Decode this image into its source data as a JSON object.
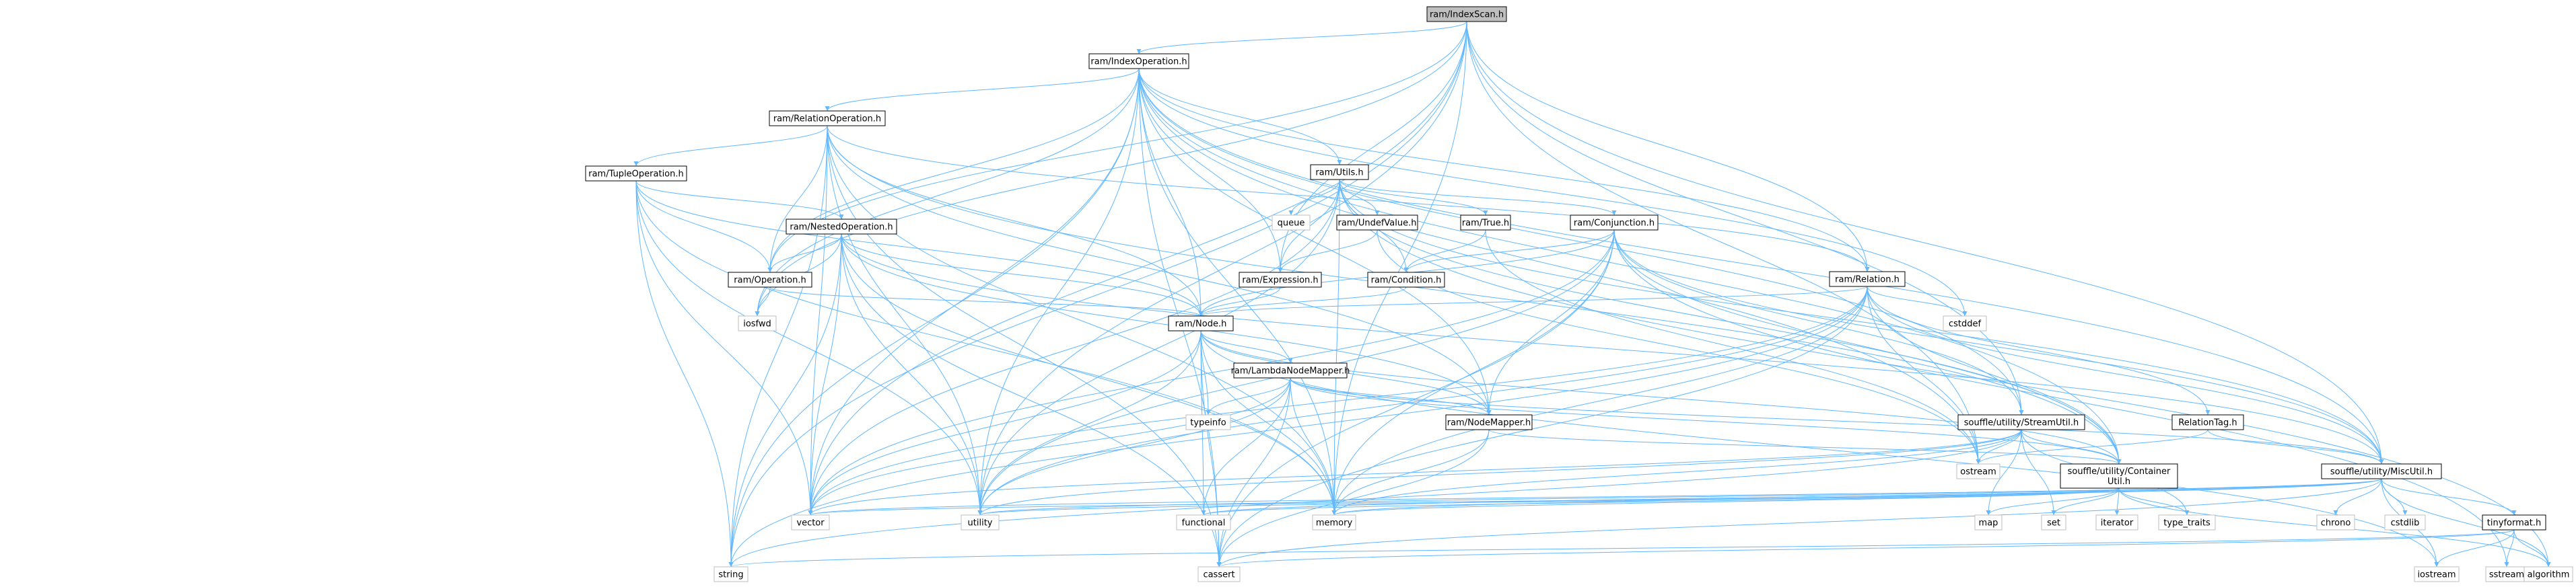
{
  "graph": {
    "root": "ram/IndexScan.h",
    "colors": {
      "root_fill": "#bfbfbf",
      "node_border": "#000000",
      "system_border": "#bfbfbf",
      "edge": "#63b8ff",
      "background": "#ffffff"
    },
    "nodes": [
      {
        "id": "indexscan",
        "label": "ram/IndexScan.h",
        "kind": "root"
      },
      {
        "id": "indexop",
        "label": "ram/IndexOperation.h",
        "kind": "normal"
      },
      {
        "id": "relop",
        "label": "ram/RelationOperation.h",
        "kind": "normal"
      },
      {
        "id": "utils",
        "label": "ram/Utils.h",
        "kind": "normal"
      },
      {
        "id": "tupleop",
        "label": "ram/TupleOperation.h",
        "kind": "normal"
      },
      {
        "id": "nestedop",
        "label": "ram/NestedOperation.h",
        "kind": "normal"
      },
      {
        "id": "undef",
        "label": "ram/UndefValue.h",
        "kind": "normal"
      },
      {
        "id": "true",
        "label": "ram/True.h",
        "kind": "normal"
      },
      {
        "id": "conj",
        "label": "ram/Conjunction.h",
        "kind": "normal"
      },
      {
        "id": "queue",
        "label": "queue",
        "kind": "system"
      },
      {
        "id": "operation",
        "label": "ram/Operation.h",
        "kind": "normal"
      },
      {
        "id": "expression",
        "label": "ram/Expression.h",
        "kind": "normal"
      },
      {
        "id": "condition",
        "label": "ram/Condition.h",
        "kind": "normal"
      },
      {
        "id": "relation",
        "label": "ram/Relation.h",
        "kind": "normal"
      },
      {
        "id": "iosfwd",
        "label": "iosfwd",
        "kind": "system"
      },
      {
        "id": "cstddef",
        "label": "cstddef",
        "kind": "system"
      },
      {
        "id": "node",
        "label": "ram/Node.h",
        "kind": "normal"
      },
      {
        "id": "lambda",
        "label": "ram/LambdaNodeMapper.h",
        "kind": "normal"
      },
      {
        "id": "typeinfo",
        "label": "typeinfo",
        "kind": "system"
      },
      {
        "id": "nodemapper",
        "label": "ram/NodeMapper.h",
        "kind": "normal"
      },
      {
        "id": "streamutil",
        "label": "souffle/utility/StreamUtil.h",
        "kind": "normal"
      },
      {
        "id": "reltag",
        "label": "RelationTag.h",
        "kind": "normal"
      },
      {
        "id": "ostream",
        "label": "ostream",
        "kind": "system"
      },
      {
        "id": "container",
        "label": [
          "souffle/utility/Container",
          "Util.h"
        ],
        "kind": "normal"
      },
      {
        "id": "misc",
        "label": "souffle/utility/MiscUtil.h",
        "kind": "normal"
      },
      {
        "id": "vector",
        "label": "vector",
        "kind": "system"
      },
      {
        "id": "utility",
        "label": "utility",
        "kind": "system"
      },
      {
        "id": "functional",
        "label": "functional",
        "kind": "system"
      },
      {
        "id": "memory",
        "label": "memory",
        "kind": "system"
      },
      {
        "id": "map",
        "label": "map",
        "kind": "system"
      },
      {
        "id": "set",
        "label": "set",
        "kind": "system"
      },
      {
        "id": "iterator",
        "label": "iterator",
        "kind": "system"
      },
      {
        "id": "type_traits",
        "label": "type_traits",
        "kind": "system"
      },
      {
        "id": "chrono",
        "label": "chrono",
        "kind": "system"
      },
      {
        "id": "cstdlib",
        "label": "cstdlib",
        "kind": "system"
      },
      {
        "id": "tinyformat",
        "label": "tinyformat.h",
        "kind": "normal"
      },
      {
        "id": "string",
        "label": "string",
        "kind": "system"
      },
      {
        "id": "cassert",
        "label": "cassert",
        "kind": "system"
      },
      {
        "id": "iostream",
        "label": "iostream",
        "kind": "system"
      },
      {
        "id": "sstream",
        "label": "sstream",
        "kind": "system"
      },
      {
        "id": "algorithm",
        "label": "algorithm",
        "kind": "system"
      }
    ],
    "edges": [
      [
        "indexscan",
        "indexop"
      ],
      [
        "indexscan",
        "expression"
      ],
      [
        "indexscan",
        "relation"
      ],
      [
        "indexscan",
        "ostream"
      ],
      [
        "indexscan",
        "misc"
      ],
      [
        "indexscan",
        "streamutil"
      ],
      [
        "indexscan",
        "string"
      ],
      [
        "indexscan",
        "vector"
      ],
      [
        "indexscan",
        "utility"
      ],
      [
        "indexscan",
        "memory"
      ],
      [
        "indexscan",
        "operation"
      ],
      [
        "indexscan",
        "iosfwd"
      ],
      [
        "indexop",
        "relop"
      ],
      [
        "indexop",
        "utils"
      ],
      [
        "indexop",
        "expression"
      ],
      [
        "indexop",
        "node"
      ],
      [
        "indexop",
        "nodemapper"
      ],
      [
        "indexop",
        "relation"
      ],
      [
        "indexop",
        "operation"
      ],
      [
        "indexop",
        "misc"
      ],
      [
        "indexop",
        "container"
      ],
      [
        "indexop",
        "streamutil"
      ],
      [
        "indexop",
        "string"
      ],
      [
        "indexop",
        "vector"
      ],
      [
        "indexop",
        "utility"
      ],
      [
        "indexop",
        "memory"
      ],
      [
        "indexop",
        "cassert"
      ],
      [
        "indexop",
        "ostream"
      ],
      [
        "indexop",
        "iosfwd"
      ],
      [
        "indexop",
        "cstddef"
      ],
      [
        "relop",
        "tupleop"
      ],
      [
        "relop",
        "relation"
      ],
      [
        "relop",
        "node"
      ],
      [
        "relop",
        "operation"
      ],
      [
        "relop",
        "nodemapper"
      ],
      [
        "relop",
        "container"
      ],
      [
        "relop",
        "string"
      ],
      [
        "relop",
        "vector"
      ],
      [
        "relop",
        "utility"
      ],
      [
        "relop",
        "memory"
      ],
      [
        "relop",
        "cassert"
      ],
      [
        "utils",
        "undef"
      ],
      [
        "utils",
        "true"
      ],
      [
        "utils",
        "conj"
      ],
      [
        "utils",
        "queue"
      ],
      [
        "utils",
        "expression"
      ],
      [
        "utils",
        "condition"
      ],
      [
        "utils",
        "misc"
      ],
      [
        "utils",
        "container"
      ],
      [
        "utils",
        "memory"
      ],
      [
        "utils",
        "vector"
      ],
      [
        "utils",
        "utility"
      ],
      [
        "utils",
        "algorithm"
      ],
      [
        "tupleop",
        "nestedop"
      ],
      [
        "tupleop",
        "operation"
      ],
      [
        "tupleop",
        "node"
      ],
      [
        "tupleop",
        "string"
      ],
      [
        "tupleop",
        "vector"
      ],
      [
        "tupleop",
        "memory"
      ],
      [
        "tupleop",
        "utility"
      ],
      [
        "nestedop",
        "operation"
      ],
      [
        "nestedop",
        "node"
      ],
      [
        "nestedop",
        "nodemapper"
      ],
      [
        "nestedop",
        "misc"
      ],
      [
        "nestedop",
        "iosfwd"
      ],
      [
        "nestedop",
        "string"
      ],
      [
        "nestedop",
        "vector"
      ],
      [
        "nestedop",
        "utility"
      ],
      [
        "nestedop",
        "memory"
      ],
      [
        "nestedop",
        "cassert"
      ],
      [
        "undef",
        "expression"
      ],
      [
        "undef",
        "ostream"
      ],
      [
        "true",
        "condition"
      ],
      [
        "true",
        "ostream"
      ],
      [
        "conj",
        "condition"
      ],
      [
        "conj",
        "node"
      ],
      [
        "conj",
        "nodemapper"
      ],
      [
        "conj",
        "misc"
      ],
      [
        "conj",
        "streamutil"
      ],
      [
        "conj",
        "container"
      ],
      [
        "conj",
        "memory"
      ],
      [
        "conj",
        "utility"
      ],
      [
        "conj",
        "vector"
      ],
      [
        "conj",
        "cassert"
      ],
      [
        "conj",
        "sstream"
      ],
      [
        "operation",
        "node"
      ],
      [
        "operation",
        "iosfwd"
      ],
      [
        "expression",
        "node"
      ],
      [
        "condition",
        "node"
      ],
      [
        "relation",
        "node"
      ],
      [
        "relation",
        "reltag"
      ],
      [
        "relation",
        "misc"
      ],
      [
        "relation",
        "container"
      ],
      [
        "relation",
        "cstddef"
      ],
      [
        "relation",
        "ostream"
      ],
      [
        "relation",
        "string"
      ],
      [
        "relation",
        "utility"
      ],
      [
        "relation",
        "memory"
      ],
      [
        "relation",
        "cassert"
      ],
      [
        "relation",
        "vector"
      ],
      [
        "node",
        "lambda"
      ],
      [
        "node",
        "nodemapper"
      ],
      [
        "node",
        "container"
      ],
      [
        "node",
        "typeinfo"
      ],
      [
        "node",
        "functional"
      ],
      [
        "node",
        "memory"
      ],
      [
        "node",
        "vector"
      ],
      [
        "node",
        "utility"
      ],
      [
        "node",
        "cassert"
      ],
      [
        "node",
        "iostream"
      ],
      [
        "lambda",
        "nodemapper"
      ],
      [
        "lambda",
        "misc"
      ],
      [
        "lambda",
        "container"
      ],
      [
        "lambda",
        "typeinfo"
      ],
      [
        "lambda",
        "functional"
      ],
      [
        "lambda",
        "memory"
      ],
      [
        "lambda",
        "vector"
      ],
      [
        "lambda",
        "utility"
      ],
      [
        "lambda",
        "cassert"
      ],
      [
        "nodemapper",
        "container"
      ],
      [
        "nodemapper",
        "memory"
      ],
      [
        "nodemapper",
        "cassert"
      ],
      [
        "streamutil",
        "container"
      ],
      [
        "streamutil",
        "map"
      ],
      [
        "streamutil",
        "set"
      ],
      [
        "streamutil",
        "ostream"
      ],
      [
        "streamutil",
        "memory"
      ],
      [
        "streamutil",
        "vector"
      ],
      [
        "streamutil",
        "utility"
      ],
      [
        "streamutil",
        "string"
      ],
      [
        "streamutil",
        "type_traits"
      ],
      [
        "reltag",
        "misc"
      ],
      [
        "reltag",
        "ostream"
      ],
      [
        "container",
        "vector"
      ],
      [
        "container",
        "utility"
      ],
      [
        "container",
        "functional"
      ],
      [
        "container",
        "memory"
      ],
      [
        "container",
        "map"
      ],
      [
        "container",
        "set"
      ],
      [
        "container",
        "iterator"
      ],
      [
        "container",
        "type_traits"
      ],
      [
        "container",
        "algorithm"
      ],
      [
        "misc",
        "tinyformat"
      ],
      [
        "misc",
        "chrono"
      ],
      [
        "misc",
        "cstdlib"
      ],
      [
        "misc",
        "iostream"
      ],
      [
        "misc",
        "utility"
      ],
      [
        "misc",
        "memory"
      ],
      [
        "misc",
        "vector"
      ],
      [
        "misc",
        "functional"
      ],
      [
        "misc",
        "cassert"
      ],
      [
        "misc",
        "algorithm"
      ],
      [
        "tinyformat",
        "iostream"
      ],
      [
        "tinyformat",
        "sstream"
      ],
      [
        "tinyformat",
        "algorithm"
      ],
      [
        "tinyformat",
        "cassert"
      ],
      [
        "tinyformat",
        "string"
      ]
    ]
  }
}
